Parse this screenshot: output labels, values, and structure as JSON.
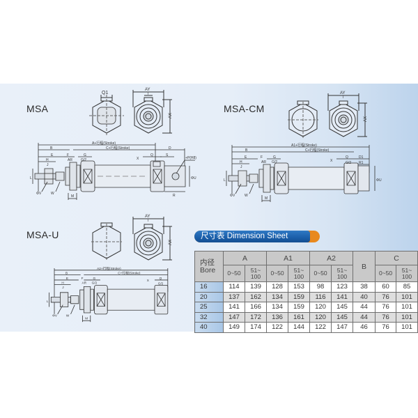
{
  "models": [
    {
      "id": "msa",
      "label": "MSA"
    },
    {
      "id": "msa-cm",
      "label": "MSA-CM"
    },
    {
      "id": "msa-u",
      "label": "MSA-U"
    }
  ],
  "drawing_labels": {
    "msa": {
      "front_q1": "Q1",
      "rear_ay": "AY",
      "rear_i": "I",
      "rear_ax": "AX",
      "overall": "A+行程(Stroke)",
      "b": "B",
      "c": "C+行程(Stroke)",
      "d": "D",
      "e": "E",
      "f": "F",
      "g": "G",
      "g2": "G/2",
      "h": "H",
      "j": "J",
      "ar": "AR",
      "k": "K",
      "l": "L",
      "v": "ΦV",
      "w": "W",
      "m": "M",
      "x": "X",
      "q": "Q",
      "s": "S",
      "r": "R",
      "p": "+P(H8)",
      "u": "ΦU",
      "l2": "L"
    },
    "msa_cm": {
      "rear_ay": "AY",
      "rear_i": "I",
      "rear_ax": "AX",
      "overall": "A1+行程(Stroke)",
      "b": "B",
      "c": "C+行程(Stroke)",
      "e": "E",
      "f": "F",
      "g": "G",
      "g2": "G/2",
      "h": "H",
      "j": "J",
      "ar": "AR",
      "k": "K",
      "l": "L",
      "v": "ΦV",
      "w": "W",
      "m": "M",
      "x": "X",
      "q": "Q",
      "q2": "G/2",
      "d1": "D1",
      "r1": "R1",
      "u": "ΦU",
      "l2": "L"
    },
    "msa_u": {
      "rear_ay": "AY",
      "rear_i": "I",
      "rear_ax": "AX",
      "overall": "A2+行程(Stroke)",
      "b": "B",
      "c": "C+行程(Stroke)",
      "e": "E",
      "f": "F",
      "g": "G",
      "g2": "G/2",
      "h": "H",
      "j": "J",
      "ar": "AR",
      "k": "K",
      "l": "L",
      "v": "ΦV",
      "w": "W",
      "m": "M",
      "x": "X",
      "q": "Q",
      "q2": "G/2"
    }
  },
  "dimension_sheet": {
    "title": "尺寸表 Dimension Sheet",
    "accent_colors": {
      "title_bg": "#1a5ea9",
      "title_tab": "#e8891e",
      "header_bg": "#c9c9c9",
      "bore_bg": "#a8c6e6"
    },
    "bore_header_cn": "内径",
    "bore_header_en": "Bore",
    "groups": [
      "A",
      "A1",
      "A2",
      "B",
      "C"
    ],
    "sub_headers": {
      "low": "0~50",
      "high_top": "51~",
      "high_bottom": "100"
    },
    "columns": [
      "Bore",
      "A 0~50",
      "A 51~100",
      "A1 0~50",
      "A1 51~100",
      "A2 0~50",
      "A2 51~100",
      "B",
      "C 0~50",
      "C 51~100"
    ],
    "rows": [
      [
        "16",
        "114",
        "139",
        "128",
        "153",
        "98",
        "123",
        "38",
        "60",
        "85"
      ],
      [
        "20",
        "137",
        "162",
        "134",
        "159",
        "116",
        "141",
        "40",
        "76",
        "101"
      ],
      [
        "25",
        "141",
        "166",
        "134",
        "159",
        "120",
        "145",
        "44",
        "76",
        "101"
      ],
      [
        "32",
        "147",
        "172",
        "136",
        "161",
        "120",
        "145",
        "44",
        "76",
        "101"
      ],
      [
        "40",
        "149",
        "174",
        "122",
        "144",
        "122",
        "147",
        "46",
        "76",
        "101"
      ]
    ]
  }
}
